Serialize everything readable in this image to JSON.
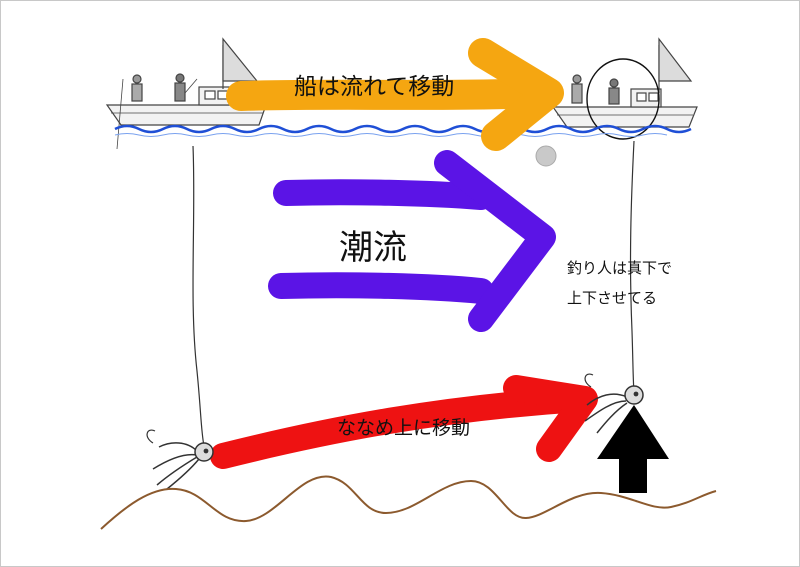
{
  "labels": {
    "boat_drift": "船は流れて移動",
    "tide": "潮流",
    "angler_note_line1": "釣り人は真下で",
    "angler_note_line2": "上下させてる",
    "jig_move": "ななめ上に移動"
  },
  "colors": {
    "boat_arrow": "#f5a611",
    "tide_arrow": "#5b14e6",
    "jig_arrow": "#ee1212",
    "up_arrow": "#000000",
    "wave": "#1f4fd6",
    "seabed": "#8c5a2e",
    "line": "#333333",
    "sinker": "#cccccc"
  },
  "icons": {
    "boat": "fishing-boat-icon",
    "squid_jig": "squid-jig-icon"
  }
}
